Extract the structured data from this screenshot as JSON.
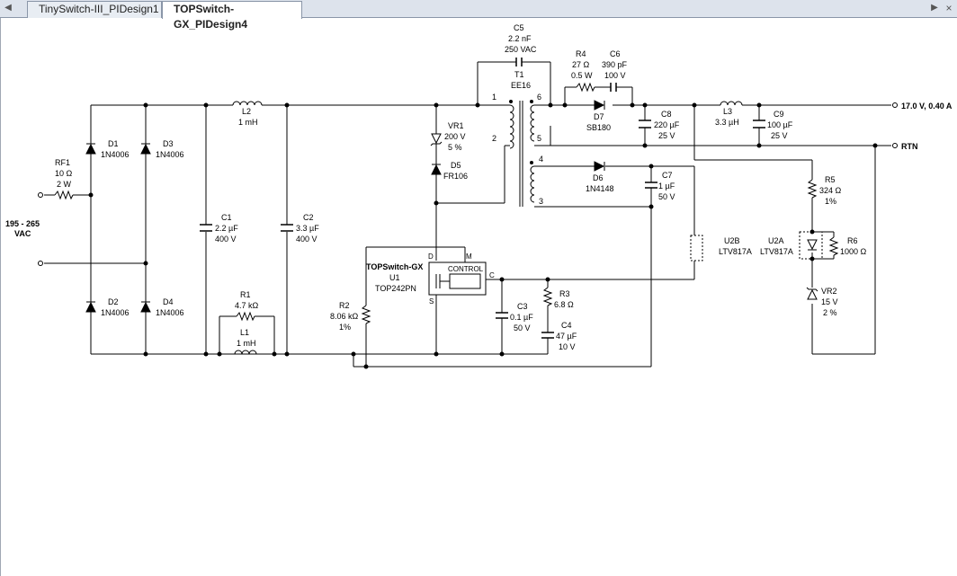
{
  "tabs": {
    "nav_left": "◀",
    "nav_right": "▶",
    "items": [
      {
        "label": "TinySwitch-III_PIDesign1",
        "active": false
      },
      {
        "label": "TOPSwitch-GX_PIDesign4",
        "active": true
      }
    ],
    "close": "×"
  },
  "schematic": {
    "input_label_1": "195 - 265",
    "input_label_2": "VAC",
    "output_label": "17.0 V, 0.40 A",
    "rtn_label": "RTN",
    "RF1": {
      "ref": "RF1",
      "v1": "10 Ω",
      "v2": "2 W"
    },
    "D1": {
      "ref": "D1",
      "v1": "1N4006"
    },
    "D2": {
      "ref": "D2",
      "v1": "1N4006"
    },
    "D3": {
      "ref": "D3",
      "v1": "1N4006"
    },
    "D4": {
      "ref": "D4",
      "v1": "1N4006"
    },
    "C1": {
      "ref": "C1",
      "v1": "2.2 µF",
      "v2": "400 V"
    },
    "L2": {
      "ref": "L2",
      "v1": "1 mH"
    },
    "C2": {
      "ref": "C2",
      "v1": "3.3 µF",
      "v2": "400 V"
    },
    "R1": {
      "ref": "R1",
      "v1": "4.7 kΩ"
    },
    "L1": {
      "ref": "L1",
      "v1": "1 mH"
    },
    "VR1": {
      "ref": "VR1",
      "v1": "200 V",
      "v2": "5 %"
    },
    "D5": {
      "ref": "D5",
      "v1": "FR106"
    },
    "C5": {
      "ref": "C5",
      "v1": "2.2 nF",
      "v2": "250 VAC"
    },
    "T1": {
      "ref": "T1",
      "v1": "EE16",
      "pins": [
        "1",
        "2",
        "6",
        "5",
        "4",
        "3"
      ]
    },
    "R4": {
      "ref": "R4",
      "v1": "27 Ω",
      "v2": "0.5 W"
    },
    "C6": {
      "ref": "C6",
      "v1": "390 pF",
      "v2": "100 V"
    },
    "D7": {
      "ref": "D7",
      "v1": "SB180"
    },
    "C8": {
      "ref": "C8",
      "v1": "220 µF",
      "v2": "25 V"
    },
    "L3": {
      "ref": "L3",
      "v1": "3.3 µH"
    },
    "C9": {
      "ref": "C9",
      "v1": "100 µF",
      "v2": "25 V"
    },
    "D6": {
      "ref": "D6",
      "v1": "1N4148"
    },
    "C7": {
      "ref": "C7",
      "v1": "1 µF",
      "v2": "50 V"
    },
    "R5": {
      "ref": "R5",
      "v1": "324 Ω",
      "v2": "1%"
    },
    "U1": {
      "family": "TOPSwitch-GX",
      "ref": "U1",
      "v1": "TOP242PN",
      "block": "CONTROL",
      "pin_d": "D",
      "pin_m": "M",
      "pin_s": "S",
      "pin_c": "C"
    },
    "R2": {
      "ref": "R2",
      "v1": "8.06 kΩ",
      "v2": "1%"
    },
    "C3": {
      "ref": "C3",
      "v1": "0.1 µF",
      "v2": "50 V"
    },
    "R3": {
      "ref": "R3",
      "v1": "6.8 Ω"
    },
    "C4": {
      "ref": "C4",
      "v1": "47 µF",
      "v2": "10 V"
    },
    "U2B": {
      "ref": "U2B",
      "v1": "LTV817A"
    },
    "U2A": {
      "ref": "U2A",
      "v1": "LTV817A"
    },
    "R6": {
      "ref": "R6",
      "v1": "1000 Ω"
    },
    "VR2": {
      "ref": "VR2",
      "v1": "15 V",
      "v2": "2 %"
    }
  }
}
